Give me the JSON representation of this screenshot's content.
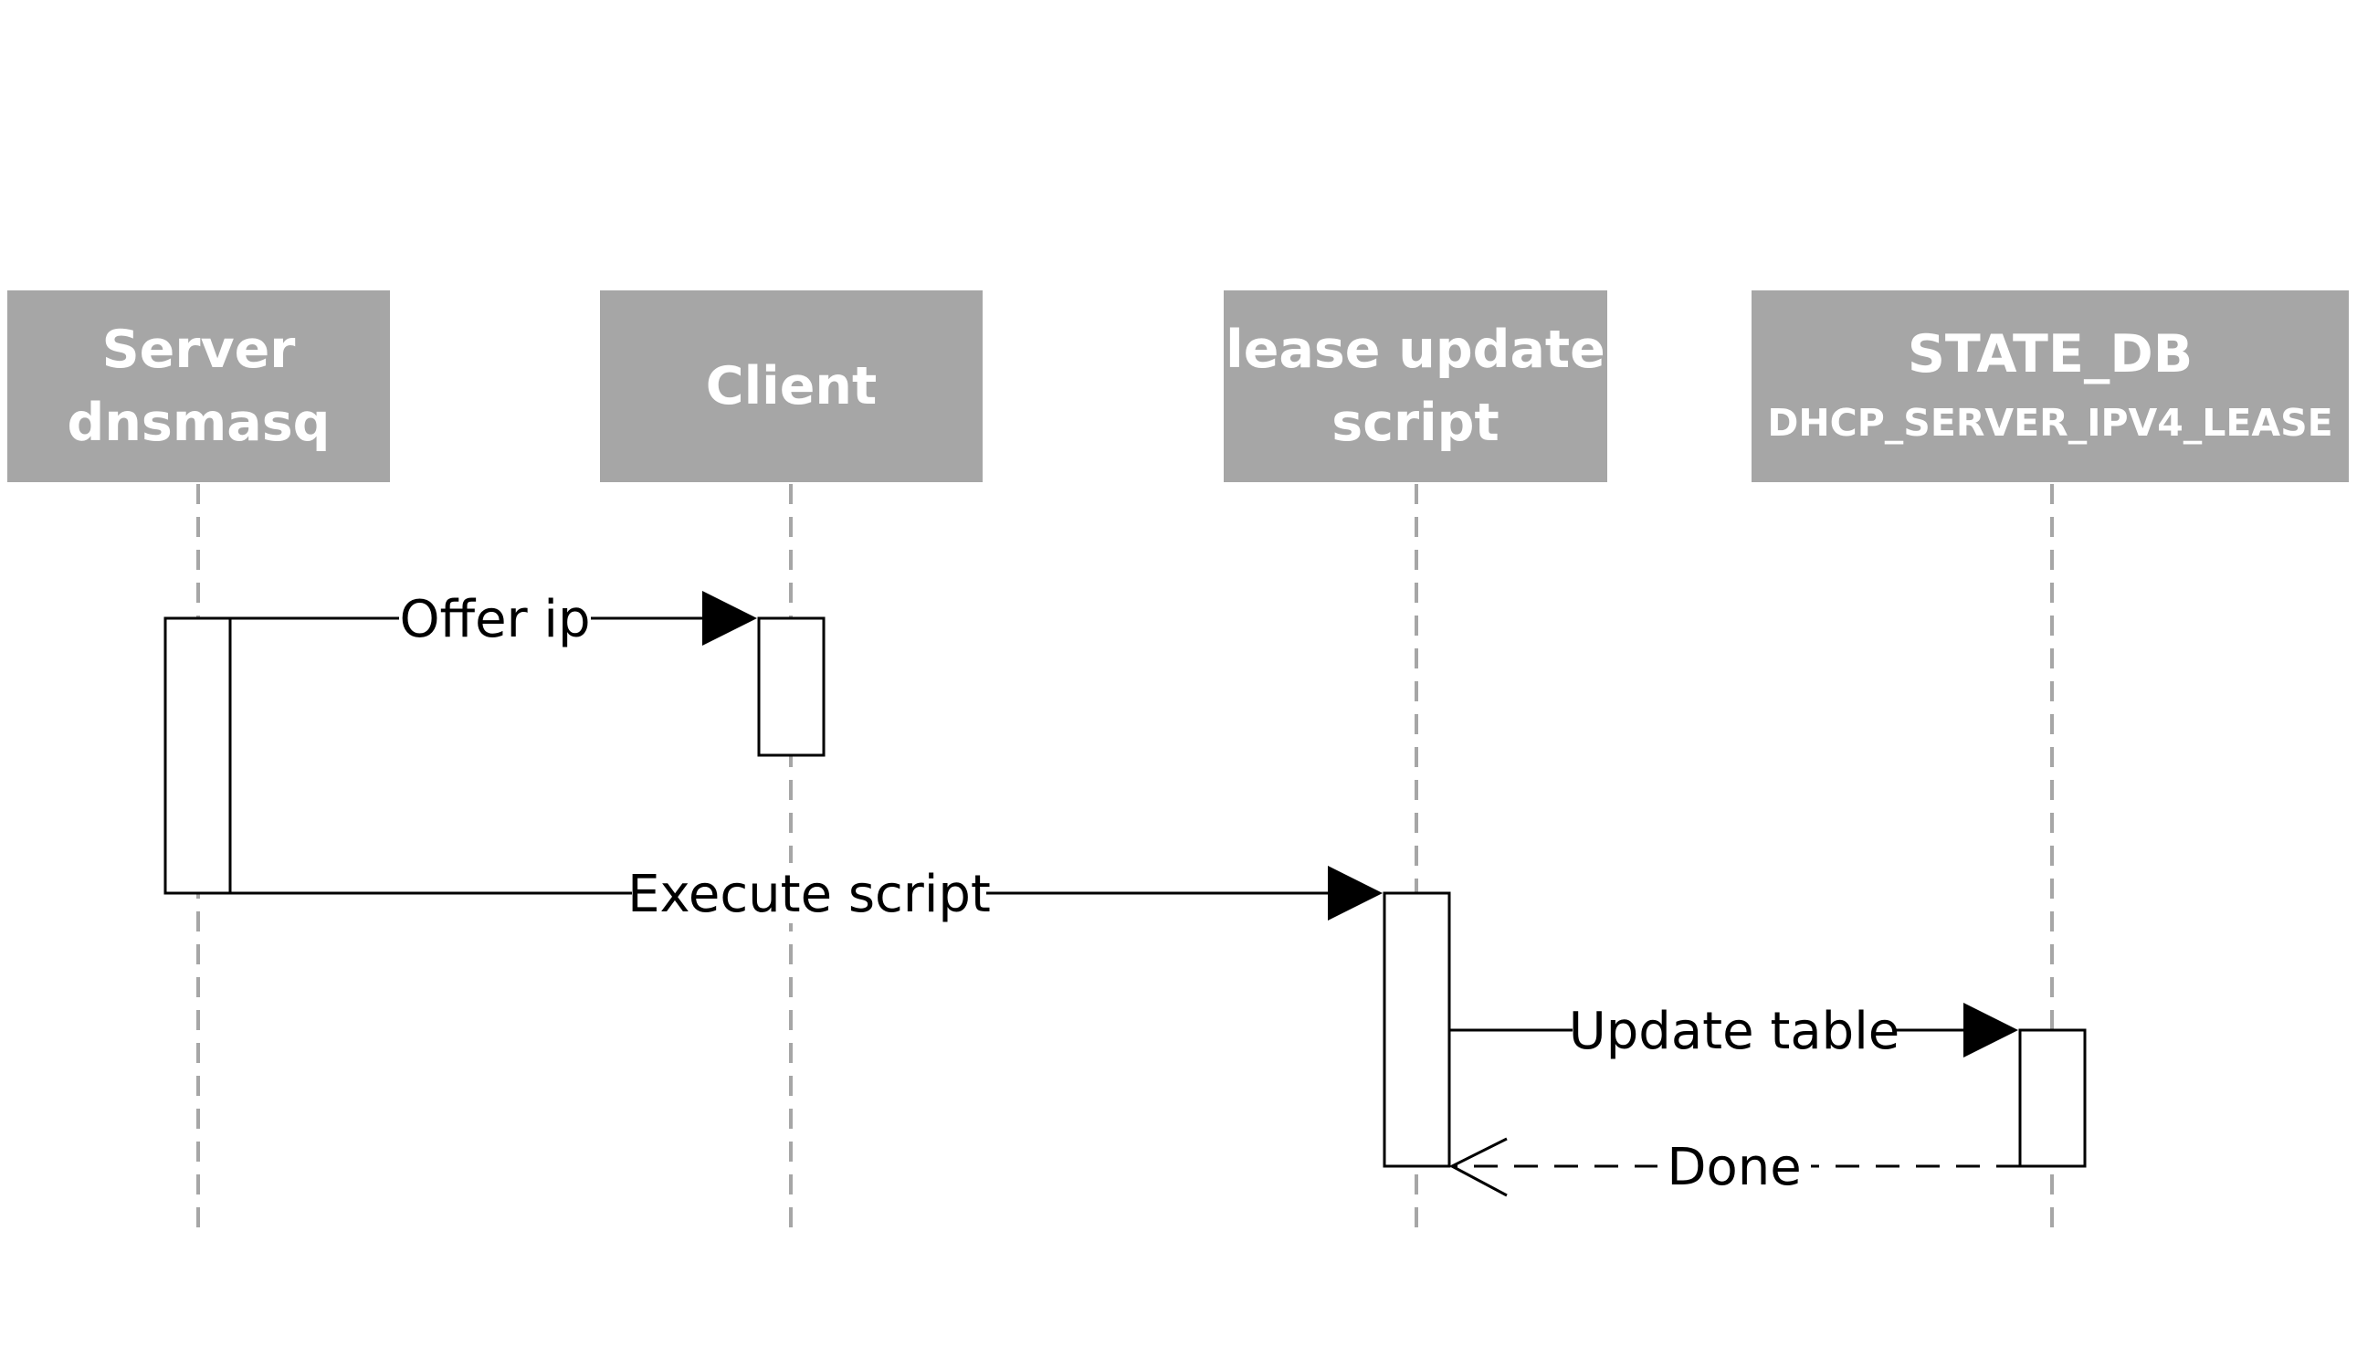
{
  "participants": [
    {
      "id": "server",
      "lines": [
        "Server",
        "dnsmasq"
      ]
    },
    {
      "id": "client",
      "lines": [
        "Client"
      ]
    },
    {
      "id": "lease-script",
      "lines": [
        "lease update",
        "script"
      ]
    },
    {
      "id": "state-db",
      "lines": [
        "STATE_DB",
        "DHCP_SERVER_IPV4_LEASE"
      ]
    }
  ],
  "messages": [
    {
      "from": "server",
      "to": "client",
      "label": "Offer ip",
      "kind": "sync"
    },
    {
      "from": "server",
      "to": "lease-script",
      "label": "Execute script",
      "kind": "sync"
    },
    {
      "from": "lease-script",
      "to": "state-db",
      "label": "Update table",
      "kind": "sync"
    },
    {
      "from": "state-db",
      "to": "lease-script",
      "label": "Done",
      "kind": "reply"
    }
  ],
  "colors": {
    "participant_fill": "#a6a6a6",
    "participant_text": "#ffffff",
    "lifeline": "#a6a6a6",
    "line": "#000000"
  }
}
